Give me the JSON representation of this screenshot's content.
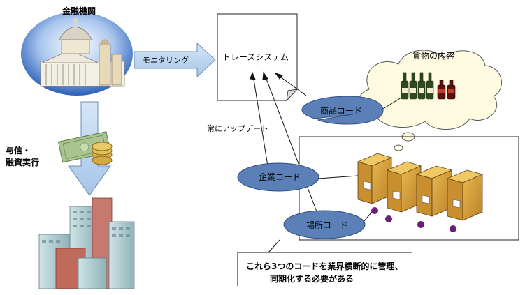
{
  "labels": {
    "financial_institution": "金融機関",
    "credit_financing_line1": "与信・",
    "credit_financing_line2": "融資実行",
    "monitoring": "モニタリング",
    "trace_system": "トレースシステム",
    "always_update": "常にアップデート",
    "cargo_contents": "貨物の内容",
    "product_code": "商品コード",
    "company_code": "企業コード",
    "location_code": "場所コード",
    "callout_line1": "これら3つのコードを業界横断的に管理、",
    "callout_line2": "同期化する必要がある"
  },
  "colors": {
    "arrow_fill": "#b9d4ee",
    "arrow_stroke": "#6a8fb8",
    "oval_fill": "#5b80b8",
    "oval_stroke": "#2f4f80",
    "dome_sky": "#3a6fc4",
    "box_fill": "#d9a441",
    "purple_dot": "#6a1f7a"
  }
}
